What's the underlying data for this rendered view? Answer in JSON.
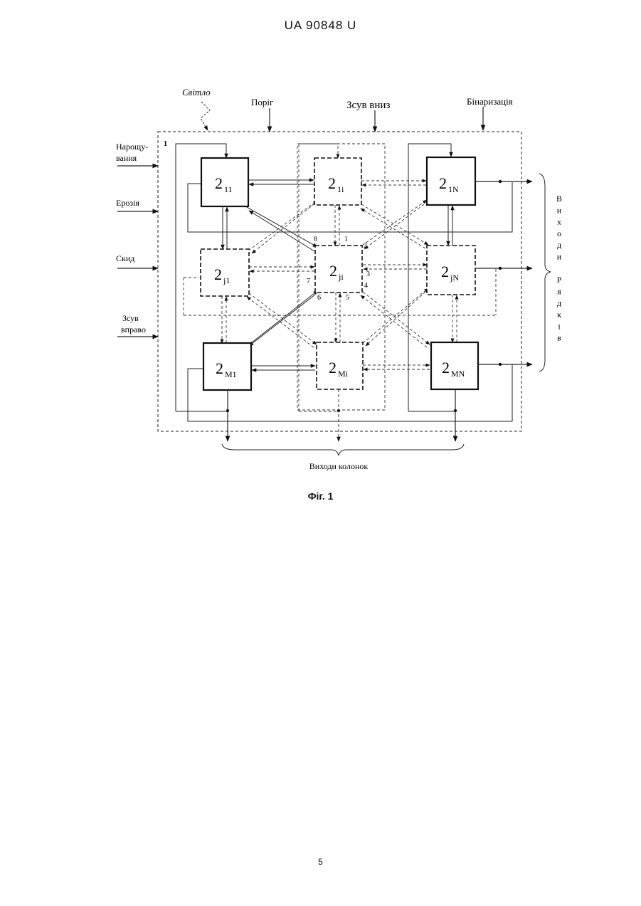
{
  "header": "UA   90848   U",
  "caption": "Фіг. 1",
  "page_number": "5",
  "top_labels": {
    "svitlo": "Світло",
    "porih": "Поріг",
    "zsuv_vnyz": "Зсув вниз",
    "binaryzatsiia": "Бінаризація"
  },
  "left_labels": {
    "naroshchuvannia_1": "Нарощу-",
    "naroshchuvannia_2": "вання",
    "eroziia": "Ерозія",
    "skyd": "Скид",
    "zsuv_vpravo_1": "Зсув",
    "zsuv_vpravo_2": "вправо"
  },
  "marker_1": "1",
  "cells": {
    "c11": {
      "base": "2",
      "sub": "11"
    },
    "c1i": {
      "base": "2",
      "sub": "1i"
    },
    "c1N": {
      "base": "2",
      "sub": "1N"
    },
    "cj1": {
      "base": "2",
      "sub": "j1"
    },
    "cji": {
      "base": "2",
      "sub": "ji"
    },
    "cjN": {
      "base": "2",
      "sub": "jN"
    },
    "cM1": {
      "base": "2",
      "sub": "M1"
    },
    "cMi": {
      "base": "2",
      "sub": "Mi"
    },
    "cMN": {
      "base": "2",
      "sub": "MN"
    }
  },
  "port_numbers": {
    "p1": "1",
    "p2": "2",
    "p3": "3",
    "p4": "4",
    "p5": "5",
    "p6": "6",
    "p7": "7",
    "p8": "8"
  },
  "row_outputs": [
    "В",
    "и",
    "х",
    "о",
    "д",
    "и",
    "",
    "Р",
    "я",
    "д",
    "к",
    "і",
    "в"
  ],
  "column_outputs": "Виходи  колонок"
}
